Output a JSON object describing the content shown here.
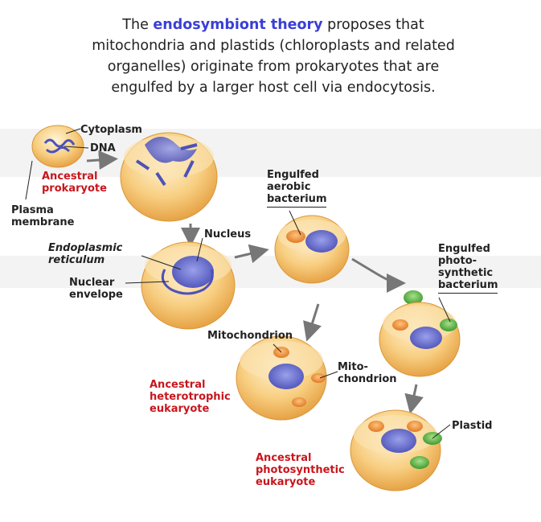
{
  "title": {
    "pre": "The ",
    "highlight": "endosymbiont theory",
    "line1_rest": " proposes that",
    "line2": "mitochondria and plastids (chloroplasts and related",
    "line3": "organelles) originate from prokaryotes that are",
    "line4": "engulfed by a larger host cell via endocytosis."
  },
  "labels": {
    "cytoplasm": "Cytoplasm",
    "dna": "DNA",
    "ancestral_prokaryote": "Ancestral\nprokaryote",
    "plasma_membrane": "Plasma\nmembrane",
    "endoplasmic_reticulum": "Endoplasmic\nreticulum",
    "nuclear_envelope": "Nuclear\nenvelope",
    "nucleus": "Nucleus",
    "engulfed_aerobic": "Engulfed\naerobic\nbacterium",
    "engulfed_photo": "Engulfed\nphoto-\nsynthetic\nbacterium",
    "mitochondrion": "Mitochondrion",
    "mito_chondrion": "Mito-\nchondrion",
    "ancestral_heterotrophic": "Ancestral\nheterotrophic\neukaryote",
    "plastid": "Plastid",
    "ancestral_photosynthetic": "Ancestral\nphotosynthetic\neukaryote"
  },
  "colors": {
    "title_highlight": "#3a3fd6",
    "red_labels": "#c8161d",
    "cell_fill": "#f6c97a",
    "cell_edge": "#d9973a",
    "nucleus": "#6a6fd0",
    "mitochondrion": "#ee9a45",
    "plastid": "#4daa3a"
  }
}
